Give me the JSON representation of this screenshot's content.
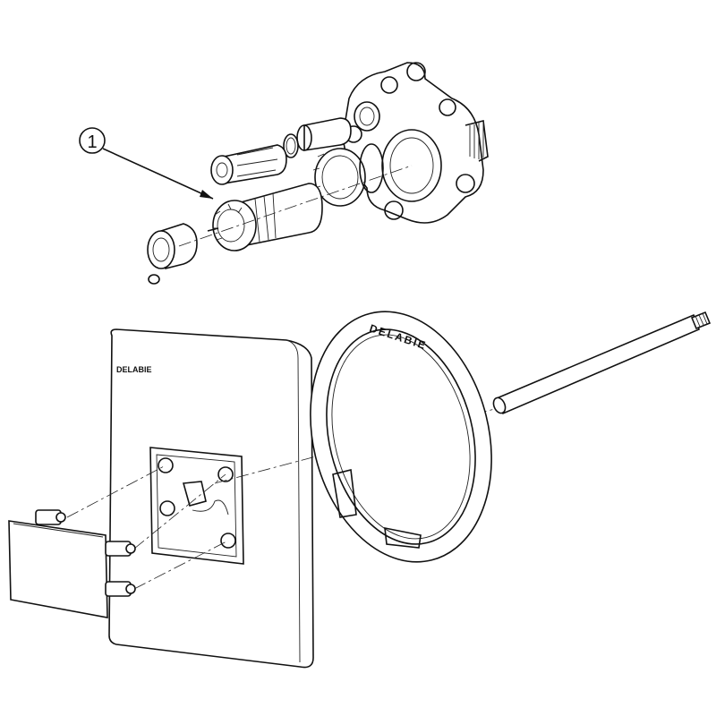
{
  "callout": {
    "number": "1"
  },
  "plate": {
    "brand": "DELABIE"
  },
  "ring": {
    "brand": "DELABIE"
  },
  "colors": {
    "line": "#111111",
    "background": "#ffffff"
  }
}
